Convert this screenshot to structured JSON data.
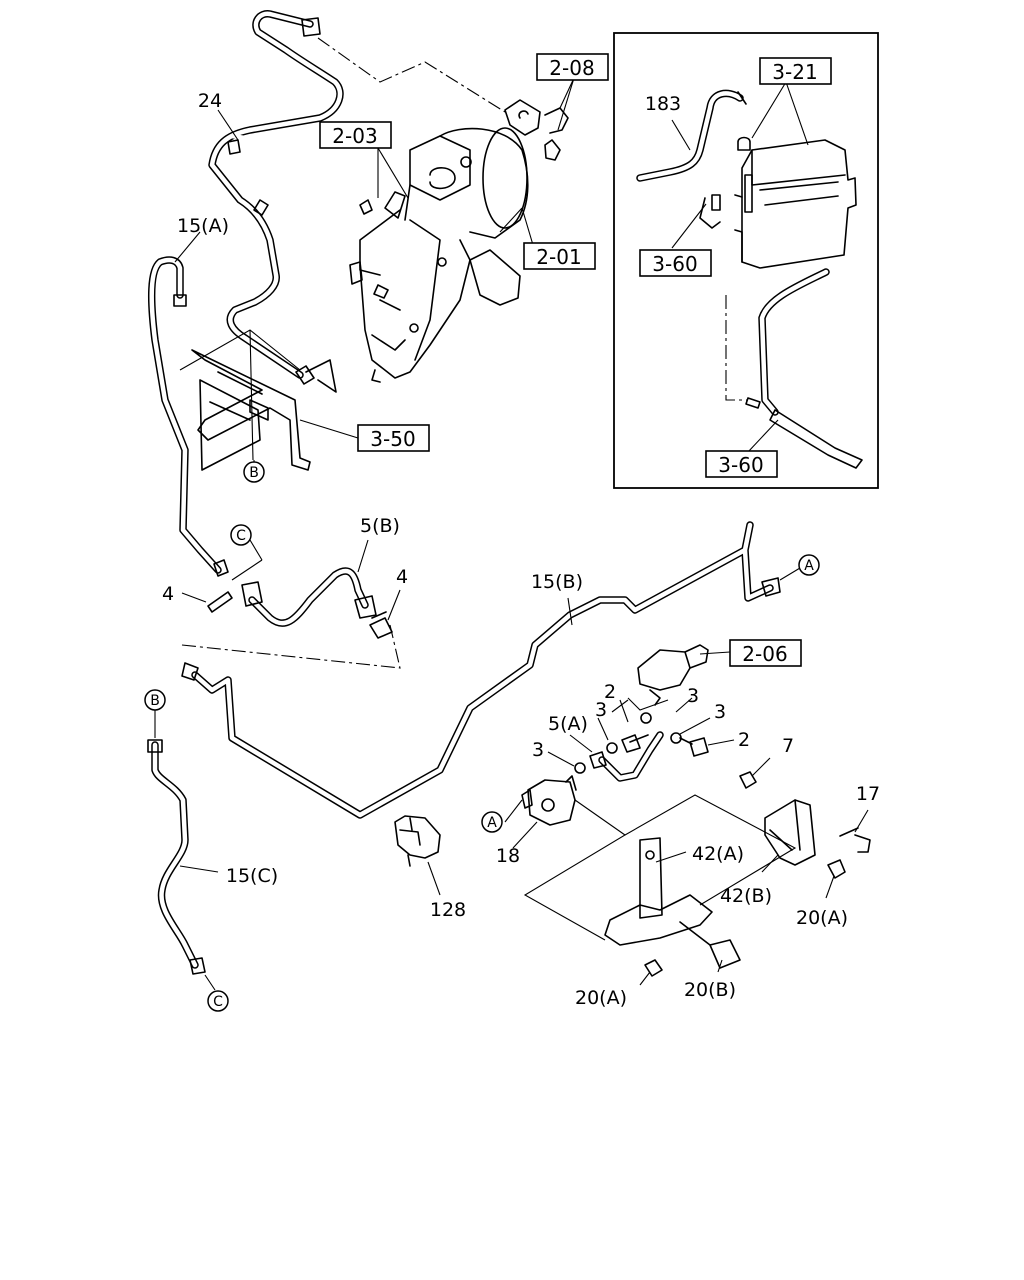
{
  "labels": {
    "p24": "24",
    "p15a": "15(A)",
    "p15b": "15(B)",
    "p15c": "15(C)",
    "p5b": "5(B)",
    "p5a": "5(A)",
    "p4_left": "4",
    "p4_right": "4",
    "p183": "183",
    "p128": "128",
    "p18": "18",
    "p7": "7",
    "p17": "17",
    "p42a": "42(A)",
    "p42b": "42(B)",
    "p20a_right": "20(A)",
    "p20a_bottom": "20(A)",
    "p20b": "20(B)",
    "p2_left": "2",
    "p2_right": "2",
    "p3_a": "3",
    "p3_b": "3",
    "p3_c": "3",
    "p3_d": "3"
  },
  "boxed_refs": {
    "r208": "2-08",
    "r203": "2-03",
    "r201": "2-01",
    "r321": "3-21",
    "r360_top": "3-60",
    "r360_bottom": "3-60",
    "r350": "3-50",
    "r206": "2-06"
  },
  "connectors": {
    "A_right": "A",
    "A_mid": "A",
    "B_upper": "B",
    "B_lower": "B",
    "C_upper": "C",
    "C_lower": "C"
  }
}
